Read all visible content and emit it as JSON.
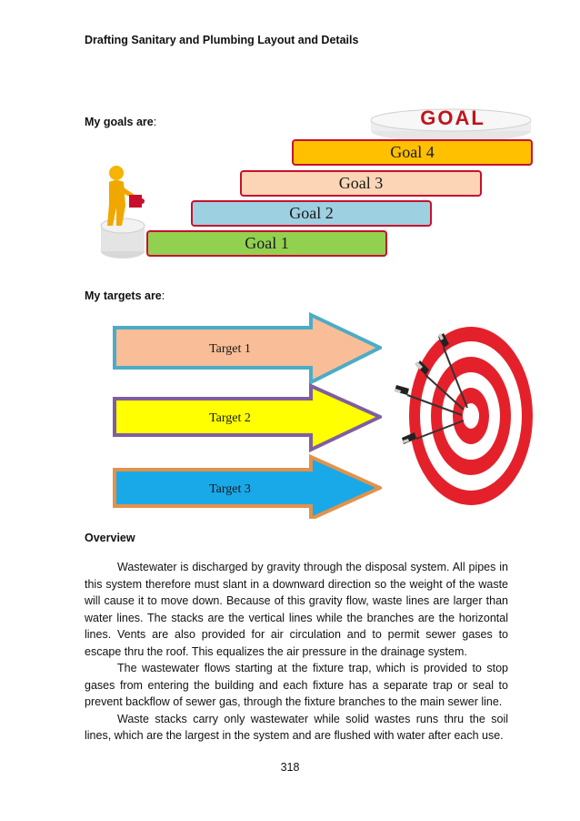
{
  "header": {
    "title": "Drafting Sanitary and Plumbing Layout and Details"
  },
  "goals": {
    "label_bold": "My goals are",
    "label_rest": ":",
    "badge_text": "GOAL",
    "items": [
      "Goal 1",
      "Goal 2",
      "Goal 3",
      "Goal 4"
    ],
    "colors": [
      "#92d050",
      "#9dd0e0",
      "#fbd5b5",
      "#ffc000"
    ]
  },
  "targets": {
    "label_bold": "My targets are",
    "label_rest": ":",
    "items": [
      "Target 1",
      "Target 2",
      "Target 3"
    ],
    "fills": [
      "#f9bd97",
      "#ffff00",
      "#19a8e8"
    ],
    "borders": [
      "#4bacc6",
      "#7f5f9f",
      "#e3924b"
    ]
  },
  "overview": {
    "title": "Overview",
    "paragraphs": [
      "Wastewater is discharged by gravity through the disposal system. All pipes in this system therefore must slant in a downward direction so the weight of the waste will cause it to move down. Because of this gravity flow, waste lines are larger than water lines. The stacks are the vertical lines while the branches are the horizontal lines. Vents are also provided for air circulation and to permit sewer gases to escape thru the roof. This equalizes the air pressure in the drainage system.",
      "The wastewater flows starting at the fixture trap, which is provided to stop gases from entering the building and each fixture has a separate trap or seal to prevent backflow of sewer gas, through the fixture branches to the main sewer line.",
      "Waste stacks carry only wastewater while solid wastes runs thru the soil lines, which are the largest in the system and are flushed with water after each use."
    ]
  },
  "page_number": "318"
}
